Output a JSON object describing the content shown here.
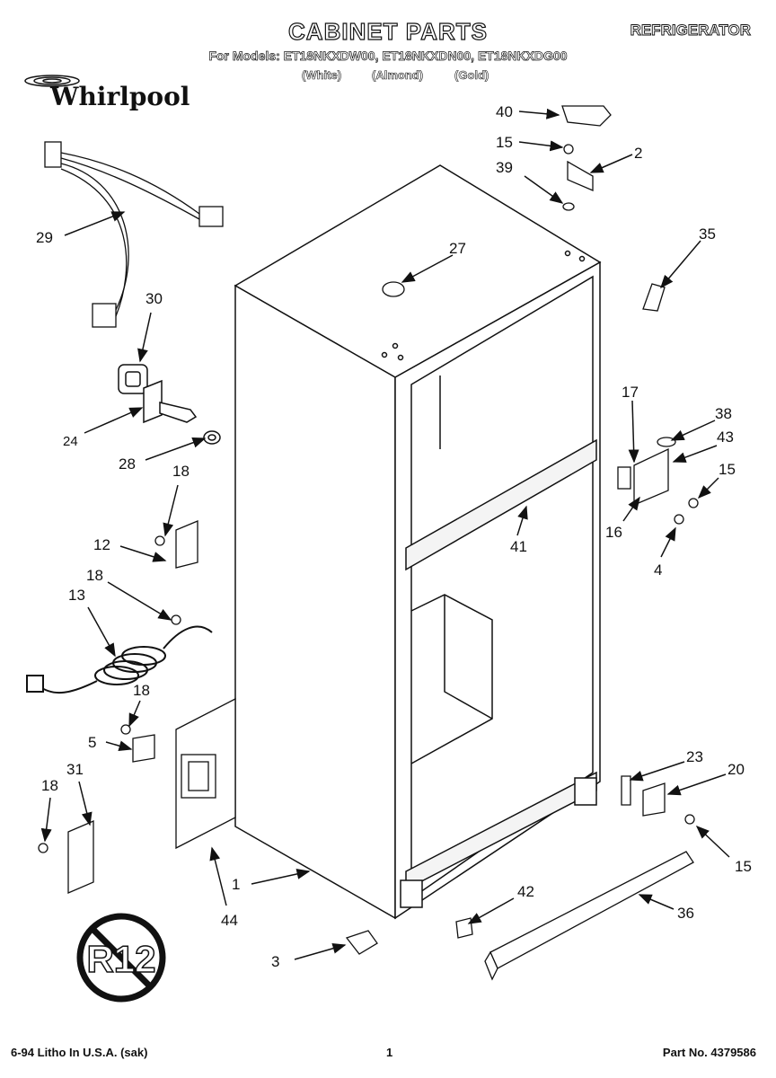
{
  "header": {
    "title": "CABINET PARTS",
    "doc_type": "REFRIGERATOR",
    "models_line": "For Models: ET18NKXDW00, ET18NKXDN00, ET18NKXDG00",
    "variants": [
      "(White)",
      "(Almond)",
      "(Gold)"
    ],
    "brand": "Whirlpool"
  },
  "callouts": [
    "40",
    "15",
    "2",
    "39",
    "35",
    "27",
    "29",
    "30",
    "24",
    "28",
    "18",
    "12",
    "18",
    "13",
    "18",
    "5",
    "31",
    "18",
    "44",
    "1",
    "3",
    "17",
    "38",
    "43",
    "15",
    "16",
    "4",
    "41",
    "23",
    "20",
    "15",
    "42",
    "36"
  ],
  "footer": {
    "left": "6-94 Litho In U.S.A. (sak)",
    "page": "1",
    "part_no": "Part No. 4379586"
  },
  "badge": {
    "text": "R12"
  }
}
